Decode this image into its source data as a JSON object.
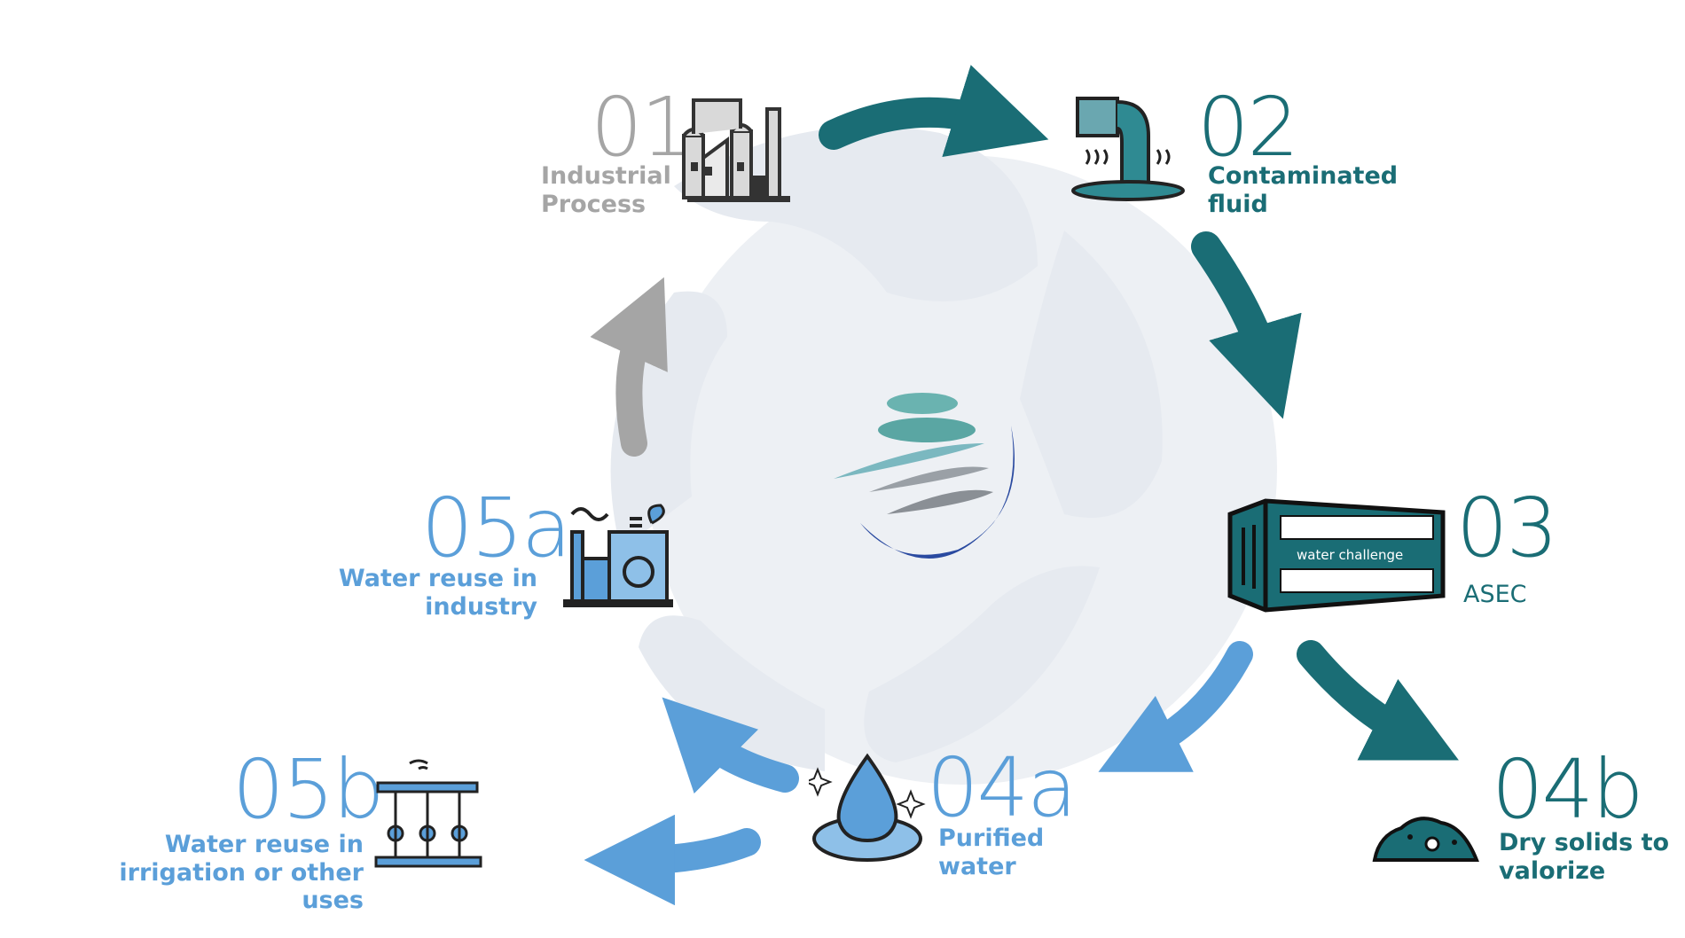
{
  "colors": {
    "grey": "#a5a5a5",
    "teal": "#1a6d75",
    "blue": "#5b9fd9",
    "blob": "#e3e8ef"
  },
  "steps": {
    "s01": {
      "number": "01",
      "label_lines": [
        "Industrial",
        "Process"
      ],
      "icon": "factory-icon"
    },
    "s02": {
      "number": "02",
      "label_lines": [
        "Contaminated",
        "fluid"
      ],
      "icon": "pipe-spill-icon"
    },
    "s03": {
      "number": "03",
      "label_lines": [
        "ASEC"
      ],
      "icon": "container-icon",
      "container_text": "water challenge"
    },
    "s04a": {
      "number": "04a",
      "label_lines": [
        "Purified",
        "water"
      ],
      "icon": "water-drop-icon"
    },
    "s04b": {
      "number": "04b",
      "label_lines": [
        "Dry solids to",
        "valorize"
      ],
      "icon": "solids-pile-icon"
    },
    "s05a": {
      "number": "05a",
      "label_lines": [
        "Water reuse in",
        "industry"
      ],
      "icon": "industry-reuse-icon"
    },
    "s05b": {
      "number": "05b",
      "label_lines": [
        "Water reuse in",
        "irrigation or other uses"
      ],
      "icon": "irrigation-icon"
    }
  },
  "center_logo": "swirl-logo-icon"
}
